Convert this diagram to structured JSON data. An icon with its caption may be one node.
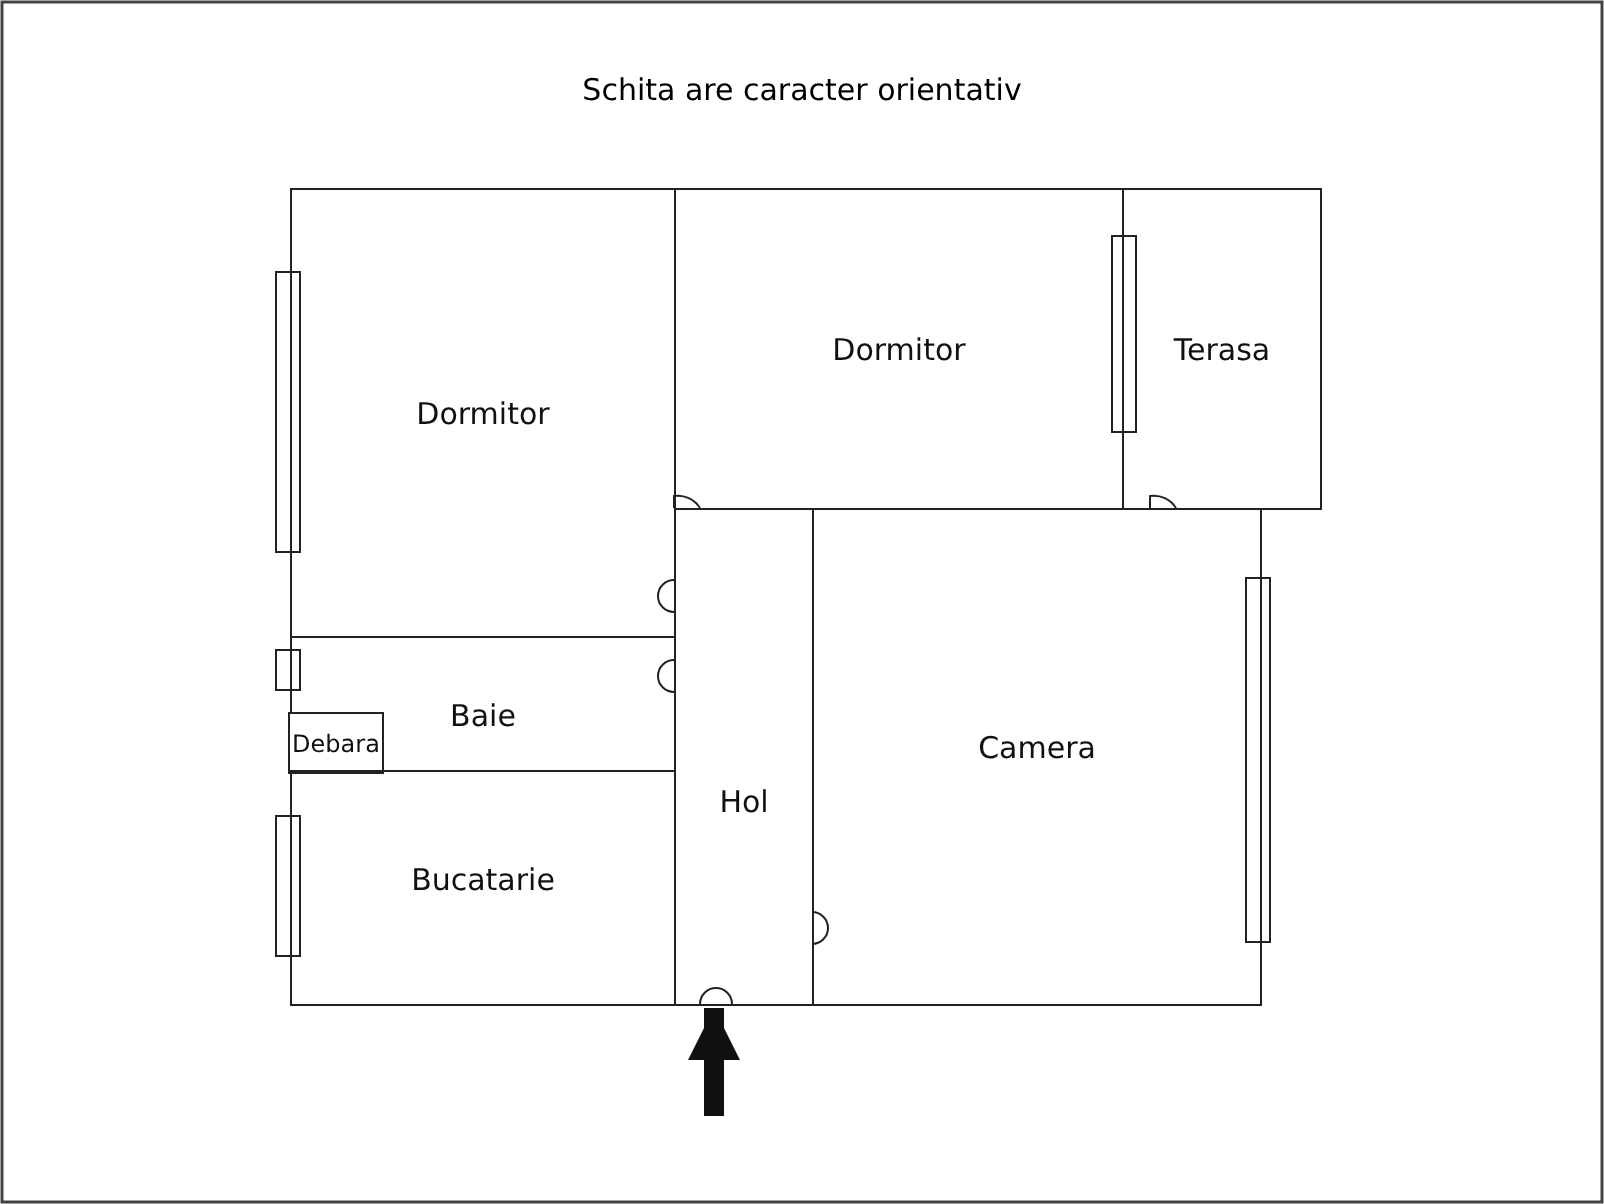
{
  "diagram": {
    "title": "Schita are caracter orientativ",
    "nodes": [
      {
        "text": [
          "Dormitor"
        ]
      },
      {
        "text": [
          "Dormitor"
        ]
      },
      {
        "text": [
          "Terasa"
        ]
      },
      {
        "text": [
          "Baie"
        ]
      },
      {
        "text": [
          "Debara"
        ],
        "in": 3
      },
      {
        "text": [
          "Hol"
        ]
      },
      {
        "text": [
          "Camera"
        ]
      },
      {
        "text": [
          "Bucatarie"
        ]
      }
    ],
    "edges": [
      {
        "from": null,
        "to": 5,
        "arrow": "to"
      }
    ]
  }
}
